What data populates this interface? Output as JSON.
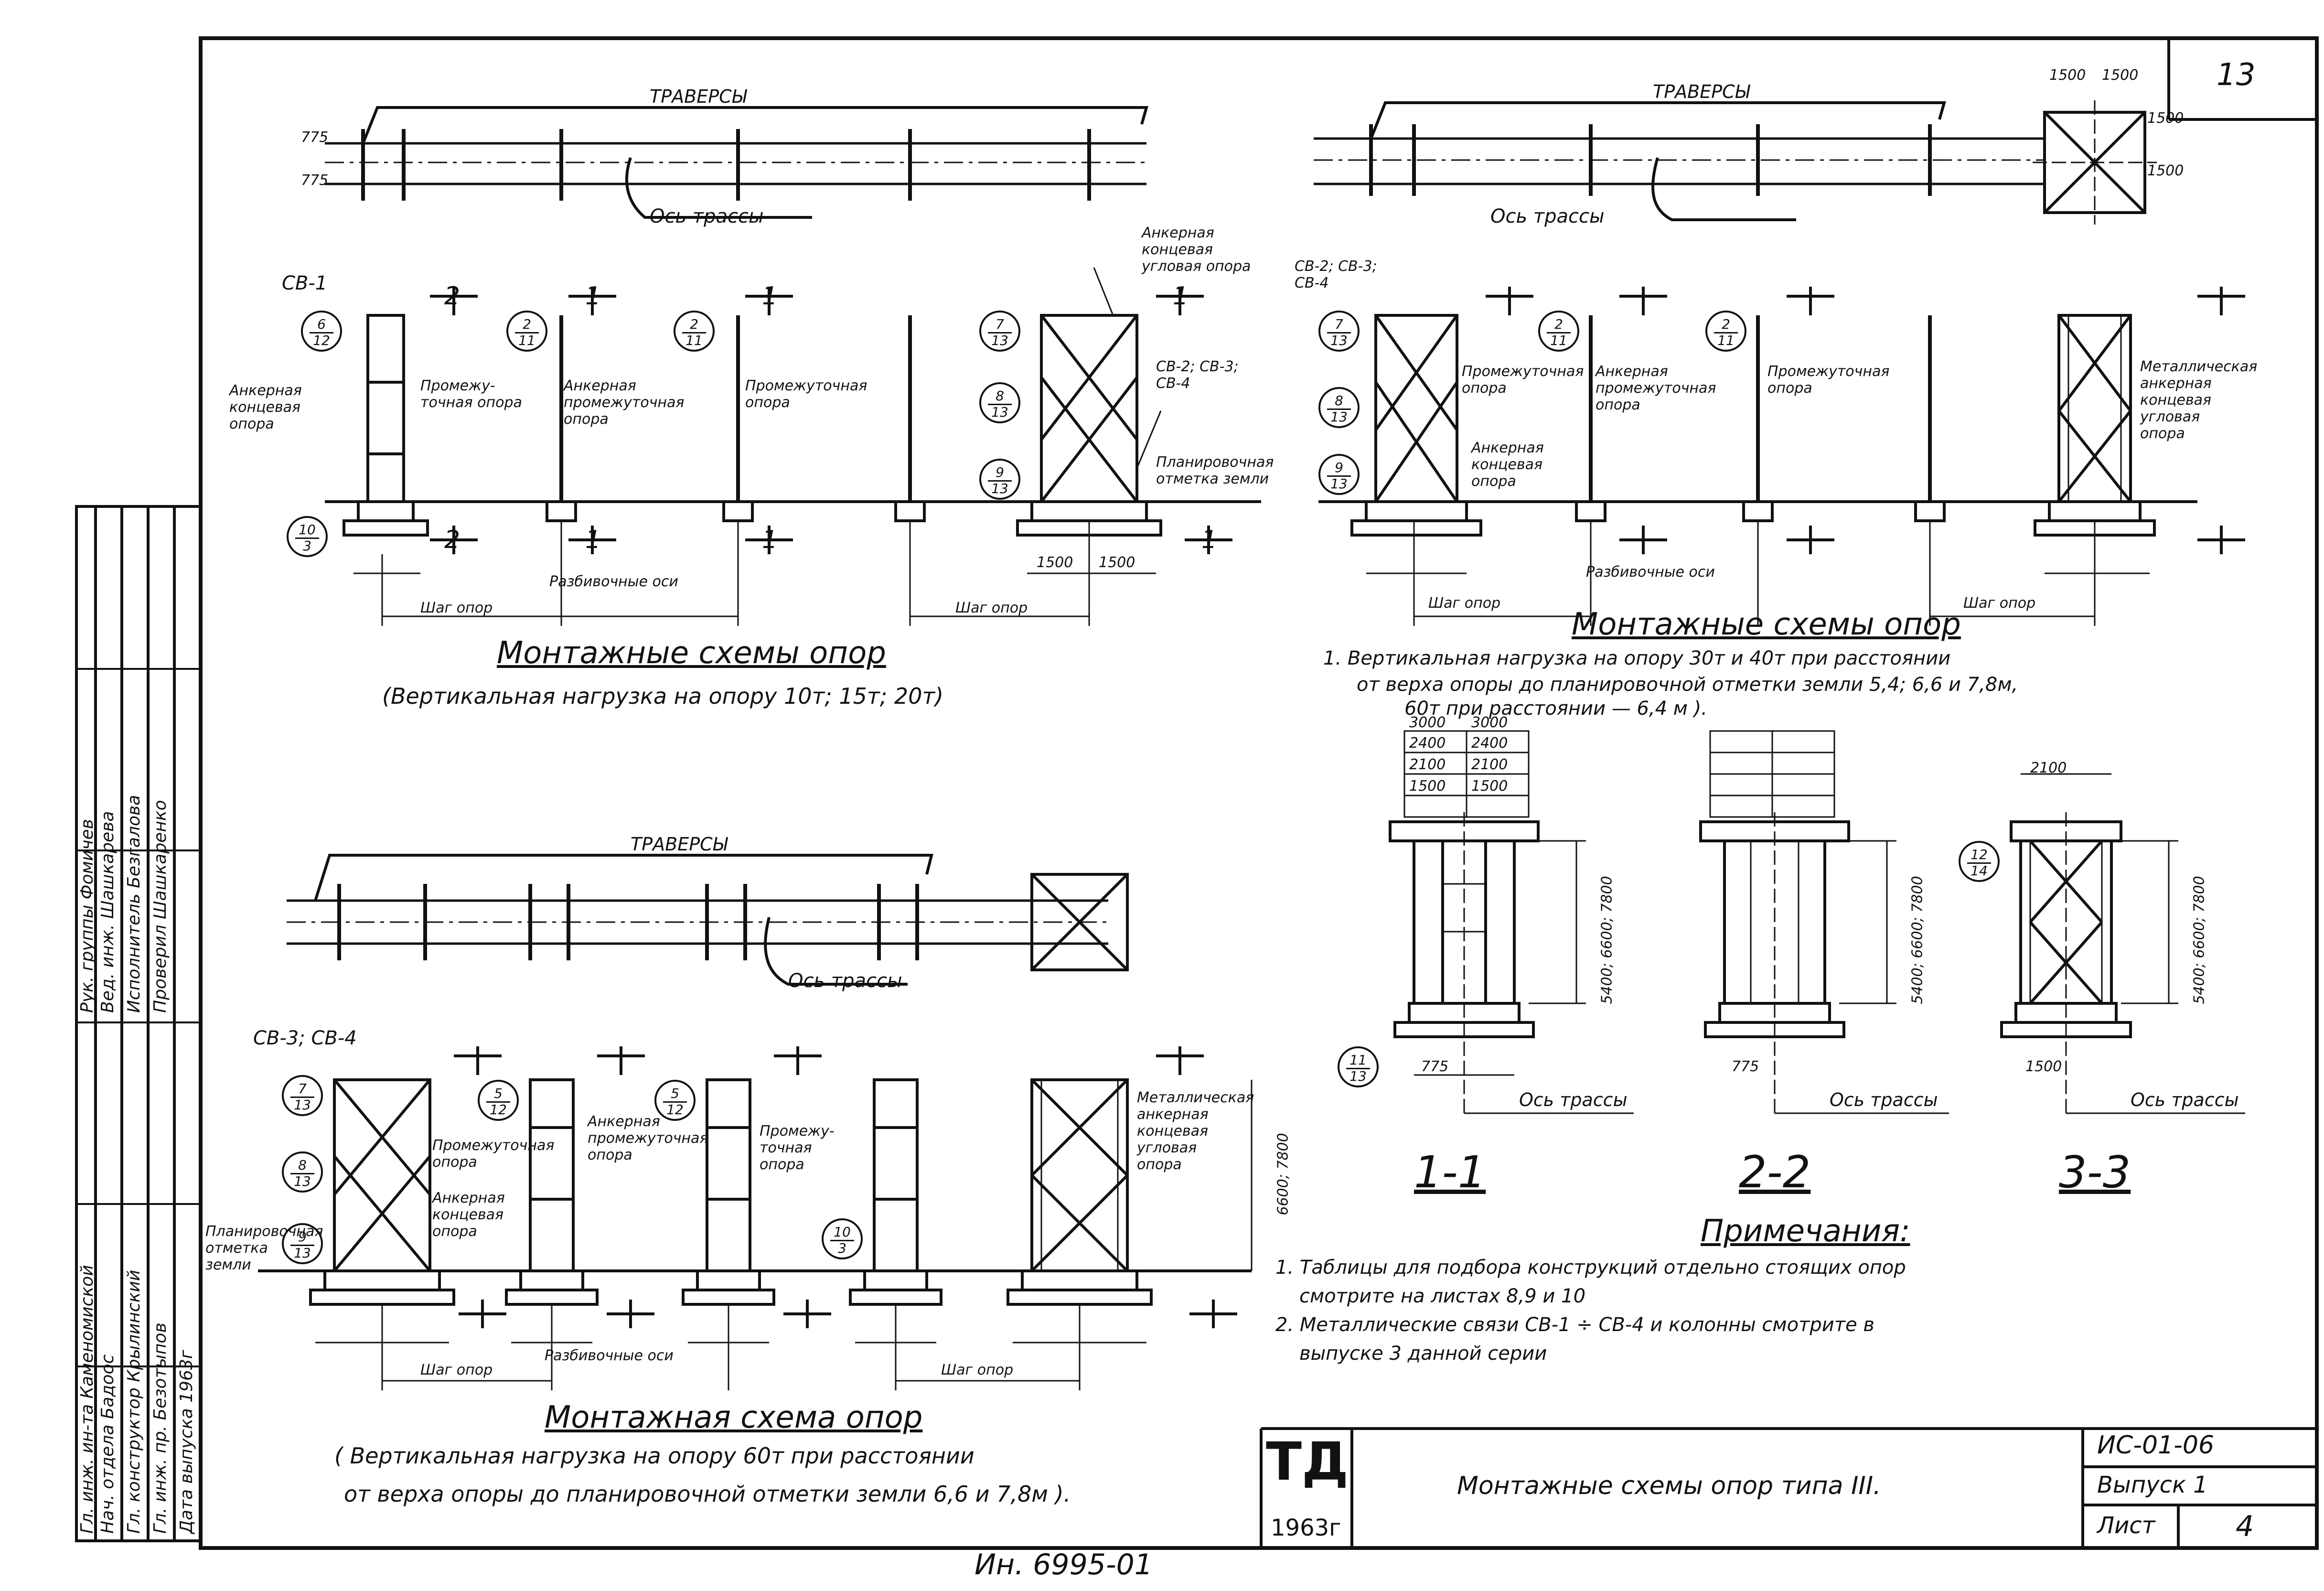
{
  "sheet_number": "13",
  "tl": {
    "traverse_label": "ТРАВЕРСЫ",
    "axis_label": "Ось трассы",
    "dim_775a": "775",
    "dim_775b": "775",
    "sv_label": "СВ-1",
    "anchor_end": "Анкерная концевая опора",
    "intermediate": "Промежу-точная опора",
    "anchor_intermediate": "Анкерная промежуточная опора",
    "intermediate2": "Промежуточная опора",
    "anchor_corner": "Анкерная концевая угловая опора",
    "sv_right": "СВ-2; СВ-3; СВ-4",
    "plan_level": "Планировочная отметка земли",
    "break_axes": "Разбивочные оси",
    "step1": "Шаг опор",
    "step2": "Шаг опор",
    "d1500a": "1500",
    "d1500b": "1500",
    "title": "Монтажные схемы опор",
    "subtitle": "(Вертикальная нагрузка на опору 10т; 15т; 20т)",
    "callouts": [
      {
        "top": "6",
        "bot": "12"
      },
      {
        "top": "10",
        "bot": "3"
      },
      {
        "top": "2",
        "bot": "11"
      },
      {
        "top": "2",
        "bot": "11"
      },
      {
        "top": "7",
        "bot": "13"
      },
      {
        "top": "8",
        "bot": "13"
      },
      {
        "top": "9",
        "bot": "13"
      }
    ],
    "cuts": [
      "2",
      "1",
      "1",
      "1",
      "2",
      "1",
      "1",
      "1"
    ]
  },
  "tr": {
    "traverse_label": "ТРАВЕРСЫ",
    "axis_label": "Ось трассы",
    "sv_label": "СВ-2; СВ-3; СВ-4",
    "intermediate": "Промежуточная опора",
    "anchor_end": "Анкерная концевая опора",
    "anchor_intermediate": "Анкерная промежуточная опора",
    "intermediate2": "Промежуточная опора",
    "metal_anchor": "Металлическая анкерная концевая угловая опора",
    "break_axes": "Разбивочные оси",
    "step1": "Шаг опор",
    "step2": "Шаг опор",
    "inset_dims": [
      "1500",
      "1500",
      "1500",
      "1500"
    ],
    "title": "Монтажные схемы опор",
    "note1": "1. Вертикальная нагрузка на опору 30т и 40т при расстоянии",
    "note2": "от верха опоры до планировочной отметки земли 5,4; 6,6 и 7,8м,",
    "note3": "60т при расстоянии — 6,4 м ).",
    "callouts": [
      {
        "top": "7",
        "bot": "13"
      },
      {
        "top": "8",
        "bot": "13"
      },
      {
        "top": "9",
        "bot": "13"
      },
      {
        "top": "2",
        "bot": "11"
      },
      {
        "top": "2",
        "bot": "11"
      }
    ]
  },
  "bl": {
    "traverse_label": "ТРАВЕРСЫ",
    "axis_label": "Ось трассы",
    "sv_label": "СВ-3; СВ-4",
    "intermediate": "Промежуточная опора",
    "anchor_end": "Анкерная концевая опора",
    "anchor_intermediate": "Анкерная промежуточная опора",
    "intermediate2": "Промежу-точная опора",
    "metal_anchor": "Металлическая анкерная концевая угловая опора",
    "plan_level": "Планировочная отметка земли",
    "break_axes": "Разбивочные оси",
    "step1": "Шаг опор",
    "step2": "Шаг опор",
    "h6600": "6600; 7800",
    "title": "Монтажная схема опор",
    "note1": "( Вертикальная нагрузка на опору 60т при расстоянии",
    "note2": "от верха опоры до планировочной отметки земли 6,6 и 7,8м ).",
    "callouts": [
      {
        "top": "7",
        "bot": "13"
      },
      {
        "top": "8",
        "bot": "13"
      },
      {
        "top": "9",
        "bot": "13"
      },
      {
        "top": "5",
        "bot": "12"
      },
      {
        "top": "5",
        "bot": "12"
      },
      {
        "top": "10",
        "bot": "3"
      }
    ]
  },
  "sections": {
    "s11": "1-1",
    "s22": "2-2",
    "s33": "3-3",
    "dims_top": [
      "3000",
      "3000",
      "2400",
      "2400",
      "2100",
      "2100",
      "1500",
      "1500"
    ],
    "height": "5400; 6600; 7800",
    "axis_label": "Ось трассы",
    "d775": "775",
    "d1500": "1500",
    "d2100": "2100",
    "callout_11": {
      "top": "11",
      "bot": "13"
    },
    "callout_33": {
      "top": "12",
      "bot": "14"
    }
  },
  "notes": {
    "heading": "Примечания:",
    "line1": "1. Таблицы для подбора конструкций отдельно стоящих опор",
    "line1b": "смотрите на листах 8,9 и 10",
    "line2": "2. Металлические связи СВ-1 ÷ СВ-4 и колонны смотрите в",
    "line2b": "выпуске 3 данной серии"
  },
  "title_block": {
    "logo": "ТД",
    "year": "1963г",
    "title": "Монтажные схемы опор типа III.",
    "code": "ИС-01-06",
    "issue": "Выпуск 1",
    "sheet_label": "Лист",
    "sheet_no": "4"
  },
  "stamp": [
    "Гл. инж. ин-та Каменомиской",
    "Нач. отдела Бадоос",
    "Гл. конструктор Крылинский",
    "Гл. инж. пр. Безотыпов",
    "Дата выпуска 1963г",
    "Рук. группы Фомичев",
    "Вед. инж. Шашкарева",
    "Исполнитель Безгалова",
    "Проверил Шашкаренко"
  ],
  "inventory": "Ин. 6995-01"
}
